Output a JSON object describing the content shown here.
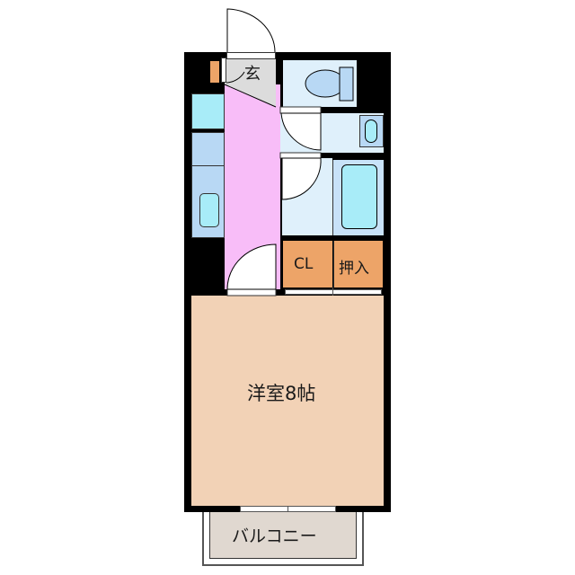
{
  "floorplan": {
    "rooms": {
      "entrance": {
        "label": "玄",
        "color": "#dcdcdc"
      },
      "kitchen": {
        "color": "#f8bdf8"
      },
      "toilet": {
        "color": "#dff0fb"
      },
      "washroom": {
        "color": "#dff0fb"
      },
      "bathroom": {
        "color": "#c8e2f8"
      },
      "closet": {
        "label": "CL",
        "color": "#eda468"
      },
      "oshiire": {
        "label": "押入",
        "color": "#eda468"
      },
      "western_room": {
        "label": "洋室8帖",
        "color": "#f2d2b6"
      },
      "balcony": {
        "label": "バルコニー",
        "color": "#e0d8d0"
      }
    },
    "colors": {
      "wall": "#000000",
      "fixture_blue": "#a8ecf8",
      "fixture_light": "#b8d8f4",
      "shoebox": "#eda468"
    }
  }
}
